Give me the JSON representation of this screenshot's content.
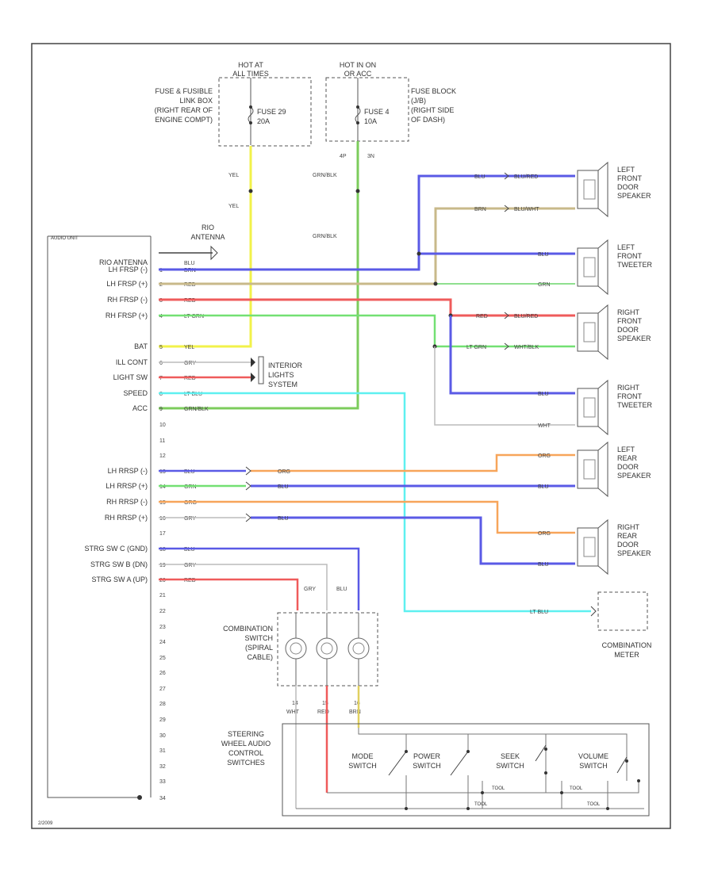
{
  "hot_labels": {
    "left": [
      "HOT AT",
      "ALL TIMES"
    ],
    "right": [
      "HOT IN ON",
      "OR ACC"
    ]
  },
  "fuse_boxes": {
    "left_desc": [
      "FUSE & FUSIBLE",
      "LINK BOX",
      "(RIGHT REAR OF",
      "ENGINE COMPT)"
    ],
    "left_fuse": [
      "FUSE 29",
      "20A"
    ],
    "right_fuse": [
      "FUSE 4",
      "10A"
    ],
    "right_desc": [
      "FUSE BLOCK",
      "(J/B)",
      "(RIGHT SIDE",
      "OF DASH)"
    ],
    "right_pins": [
      "4P",
      "3N"
    ]
  },
  "upper_wire_labels": [
    "YEL",
    "YEL",
    "GRN/BLK",
    "GRN/BLK"
  ],
  "antenna": [
    "RIO",
    "ANTENNA"
  ],
  "audio_unit": {
    "title": "AUDIO UNIT",
    "rows": [
      {
        "pin": "",
        "name": "RIO ANTENNA",
        "color": "BLU"
      },
      {
        "pin": "1",
        "name": "LH FRSP (-)",
        "color": "BRN"
      },
      {
        "pin": "2",
        "name": "LH FRSP (+)",
        "color": "RED"
      },
      {
        "pin": "3",
        "name": "RH FRSP (-)",
        "color": "RED"
      },
      {
        "pin": "4",
        "name": "RH FRSP (+)",
        "color": "LT GRN"
      },
      {
        "pin": "5",
        "name": "BAT",
        "color": "YEL"
      },
      {
        "pin": "6",
        "name": "ILL CONT",
        "color": "GRY"
      },
      {
        "pin": "7",
        "name": "LIGHT SW",
        "color": "RED"
      },
      {
        "pin": "8",
        "name": "SPEED",
        "color": "LT BLU"
      },
      {
        "pin": "9",
        "name": "ACC",
        "color": "GRN/BLK"
      },
      {
        "pin": "10",
        "name": "",
        "color": ""
      },
      {
        "pin": "11",
        "name": "",
        "color": ""
      },
      {
        "pin": "12",
        "name": "",
        "color": ""
      },
      {
        "pin": "13",
        "name": "LH RRSP (-)",
        "color": "BLU"
      },
      {
        "pin": "14",
        "name": "LH RRSP (+)",
        "color": "GRN"
      },
      {
        "pin": "15",
        "name": "RH RRSP (-)",
        "color": "ORG"
      },
      {
        "pin": "16",
        "name": "RH RRSP (+)",
        "color": "GRY"
      },
      {
        "pin": "17",
        "name": "",
        "color": ""
      },
      {
        "pin": "18",
        "name": "STRG SW C (GND)",
        "color": "BLU"
      },
      {
        "pin": "19",
        "name": "STRG SW B (DN)",
        "color": "GRY"
      },
      {
        "pin": "20",
        "name": "STRG SW A (UP)",
        "color": "RED"
      },
      {
        "pin": "21",
        "name": "",
        "color": ""
      },
      {
        "pin": "22",
        "name": "",
        "color": ""
      },
      {
        "pin": "23",
        "name": "",
        "color": ""
      },
      {
        "pin": "24",
        "name": "",
        "color": ""
      },
      {
        "pin": "25",
        "name": "",
        "color": ""
      },
      {
        "pin": "26",
        "name": "",
        "color": ""
      },
      {
        "pin": "27",
        "name": "",
        "color": ""
      },
      {
        "pin": "28",
        "name": "",
        "color": ""
      },
      {
        "pin": "29",
        "name": "",
        "color": ""
      },
      {
        "pin": "30",
        "name": "",
        "color": ""
      },
      {
        "pin": "31",
        "name": "",
        "color": ""
      },
      {
        "pin": "32",
        "name": "",
        "color": ""
      },
      {
        "pin": "33",
        "name": "",
        "color": ""
      },
      {
        "pin": "34",
        "name": "",
        "color": ""
      }
    ]
  },
  "interior_lights": [
    "INTERIOR",
    "LIGHTS",
    "SYSTEM"
  ],
  "speakers": [
    {
      "lines": [
        "LEFT",
        "FRONT",
        "DOOR",
        "SPEAKER"
      ]
    },
    {
      "lines": [
        "LEFT",
        "FRONT",
        "TWEETER"
      ]
    },
    {
      "lines": [
        "RIGHT",
        "FRONT",
        "DOOR",
        "SPEAKER"
      ]
    },
    {
      "lines": [
        "RIGHT",
        "FRONT",
        "TWEETER"
      ]
    },
    {
      "lines": [
        "LEFT",
        "REAR",
        "DOOR",
        "SPEAKER"
      ]
    },
    {
      "lines": [
        "RIGHT",
        "REAR",
        "DOOR",
        "SPEAKER"
      ]
    }
  ],
  "speaker_wire_labels": [
    "BLU",
    "BLU/RED",
    "BRN",
    "BLU/WHT",
    "BLU",
    "GRN",
    "RED",
    "BLU/RED",
    "LT GRN",
    "WHT/BLK",
    "BLU",
    "WHT",
    "ORG",
    "BLU",
    "ORG",
    "BLU"
  ],
  "rear_wire_labels": [
    "ORG",
    "BLU",
    "BLU"
  ],
  "combo_meter": [
    "COMBINATION",
    "METER"
  ],
  "combo_meter_wire": "LT BLU",
  "combo_switch": {
    "label": [
      "COMBINATION",
      "SWITCH",
      "(SPIRAL",
      "CABLE)"
    ],
    "top_wires": [
      "GRY",
      "BLU"
    ],
    "bottom_wires": [
      {
        "pin": "14",
        "color": "WHT"
      },
      {
        "pin": "15",
        "color": "RED"
      },
      {
        "pin": "16",
        "color": "BRN"
      }
    ]
  },
  "steering_switches": {
    "label": [
      "STEERING",
      "WHEEL AUDIO",
      "CONTROL",
      "SWITCHES"
    ],
    "mode": [
      "MODE",
      "SWITCH"
    ],
    "power": [
      "POWER",
      "SWITCH"
    ],
    "seek": [
      "SEEK",
      "SWITCH"
    ],
    "volume": [
      "VOLUME",
      "SWITCH"
    ],
    "seek_tags": [
      "TOOL",
      "TOOL"
    ],
    "volume_tags": [
      "TOOL",
      "TOOL"
    ]
  },
  "footer": "2/2009"
}
